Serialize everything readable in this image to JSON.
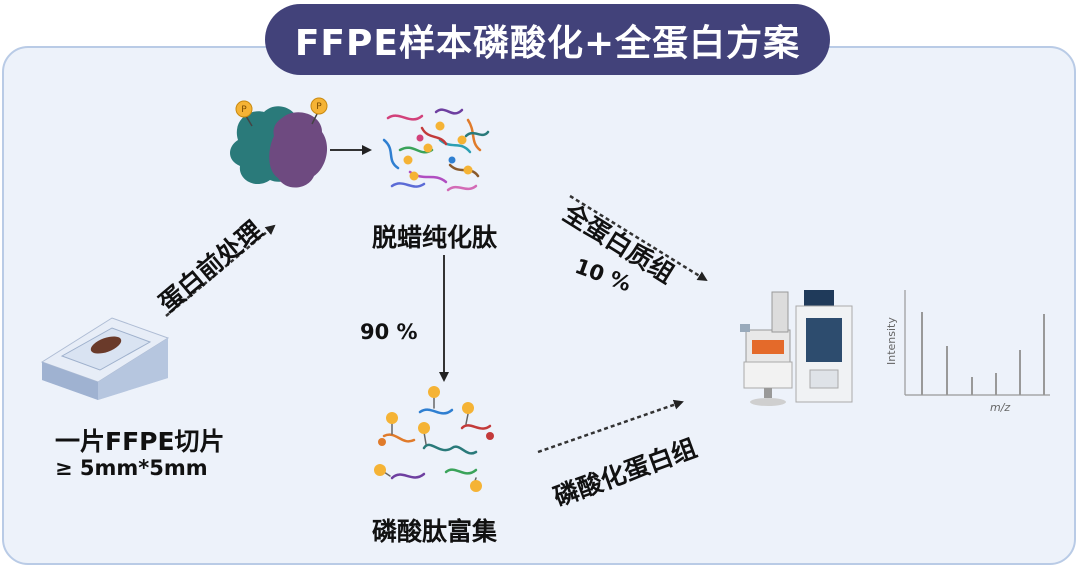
{
  "title": "FFPE样本磷酸化+全蛋白方案",
  "steps": {
    "pretreatment": "蛋白前处理",
    "dewax_peptides": "脱蜡纯化肽",
    "phospho_enrich": "磷酸肽富集",
    "section_label": "一片FFPE切片",
    "section_size": "≥ 5mm*5mm",
    "total_proteome": "全蛋白质组",
    "phosphoproteome": "磷酸化蛋白组",
    "pct_total": "10 %",
    "pct_phospho": "90 %"
  },
  "spectrum": {
    "ylabel": "Intensity",
    "xlabel": "m/z"
  },
  "phospho_marker": "P",
  "colors": {
    "title_bg": "#42427a",
    "panel_bg": "#edf2fa",
    "panel_border": "#b9cbe6",
    "protein_teal": "#2a7a7a",
    "protein_purple": "#6e4a80",
    "phospho_yellow": "#f5b335"
  }
}
